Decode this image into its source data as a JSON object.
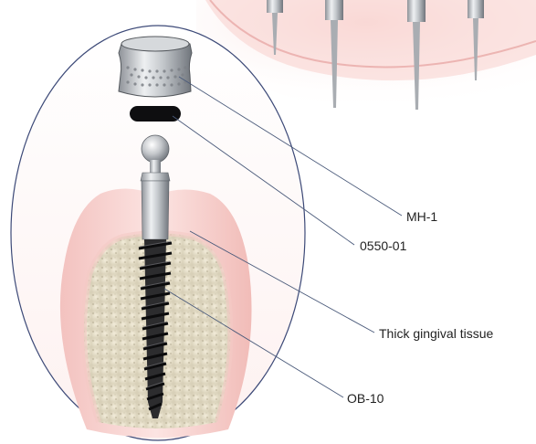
{
  "labels": {
    "mh1": "MH-1",
    "o_ring": "0550-01",
    "gingival": "Thick gingival tissue",
    "implant": "OB-10"
  },
  "colors": {
    "gum": "#f2b5b2",
    "gum_light": "#fbe1df",
    "bone": "#e8e2cf",
    "metal": "#c9ccd0",
    "thread": "#3a3a3a",
    "leader_line": "#4a5a7a",
    "ellipse_outline": "#3d4a78"
  }
}
